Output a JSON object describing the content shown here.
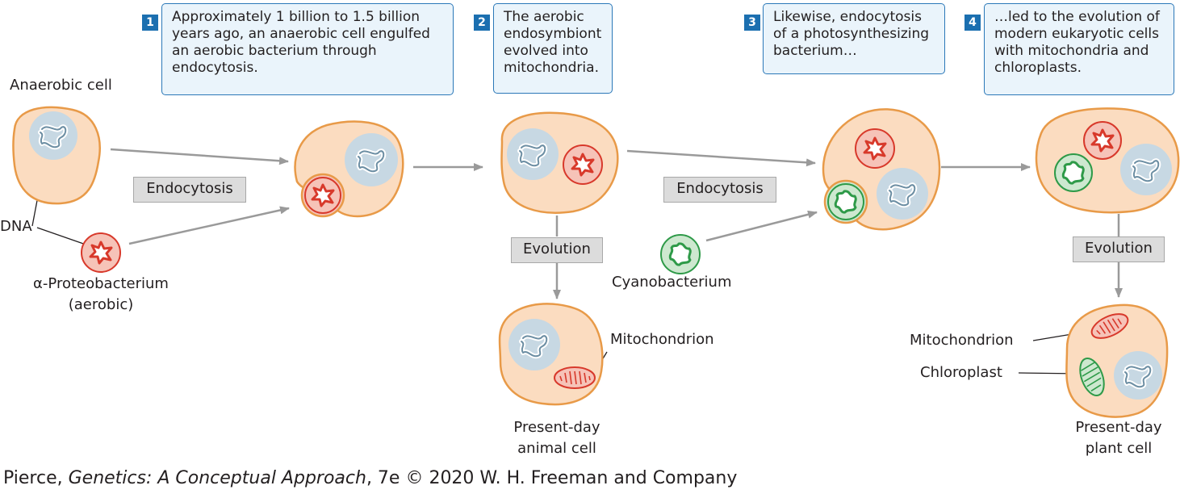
{
  "steps": [
    {
      "num": "1",
      "text": "Approximately 1 billion to 1.5 billion years ago, an anaerobic cell engulfed an aerobic bacterium through endocytosis."
    },
    {
      "num": "2",
      "text": "The aerobic endosymbiont evolved into mitochondria."
    },
    {
      "num": "3",
      "text": "Likewise, endocytosis of a photosynthesizing bacterium…"
    },
    {
      "num": "4",
      "text": "…led to the evolution of modern eukaryotic cells with mitochondria and chloroplasts."
    }
  ],
  "labels": {
    "anaerobic_cell": "Anaerobic cell",
    "dna": "DNA",
    "proteobacterium_line1": "α-Proteobacterium",
    "proteobacterium_line2": "(aerobic)",
    "cyanobacterium": "Cyanobacterium",
    "mitochondrion_animal": "Mitochondrion",
    "mitochondrion_plant": "Mitochondrion",
    "chloroplast": "Chloroplast",
    "animal_cell_line1": "Present-day",
    "animal_cell_line2": "animal cell",
    "plant_cell_line1": "Present-day",
    "plant_cell_line2": "plant cell"
  },
  "tags": {
    "endocytosis_1": "Endocytosis",
    "endocytosis_2": "Endocytosis",
    "evolution_1": "Evolution",
    "evolution_2": "Evolution"
  },
  "credit": {
    "prefix": "Pierce, ",
    "title": "Genetics: A Conceptual Approach",
    "suffix": ", 7e © 2020 W. H. Freeman and Company"
  },
  "colors": {
    "cell_fill": "#fbdcc0",
    "cell_stroke": "#e89a48",
    "nucleus_fill": "#c7d8e3",
    "dna_stroke": "#6c8ea3",
    "bacterium_fill": "#f6c3b8",
    "bacterium_stroke": "#d8392b",
    "cyano_fill": "#cde8cf",
    "cyano_stroke": "#2e9a48",
    "arrow": "#9a9a9a",
    "box_border": "#2b78b8",
    "box_fill": "#eaf4fb",
    "step_num_fill": "#1b6fb0"
  }
}
